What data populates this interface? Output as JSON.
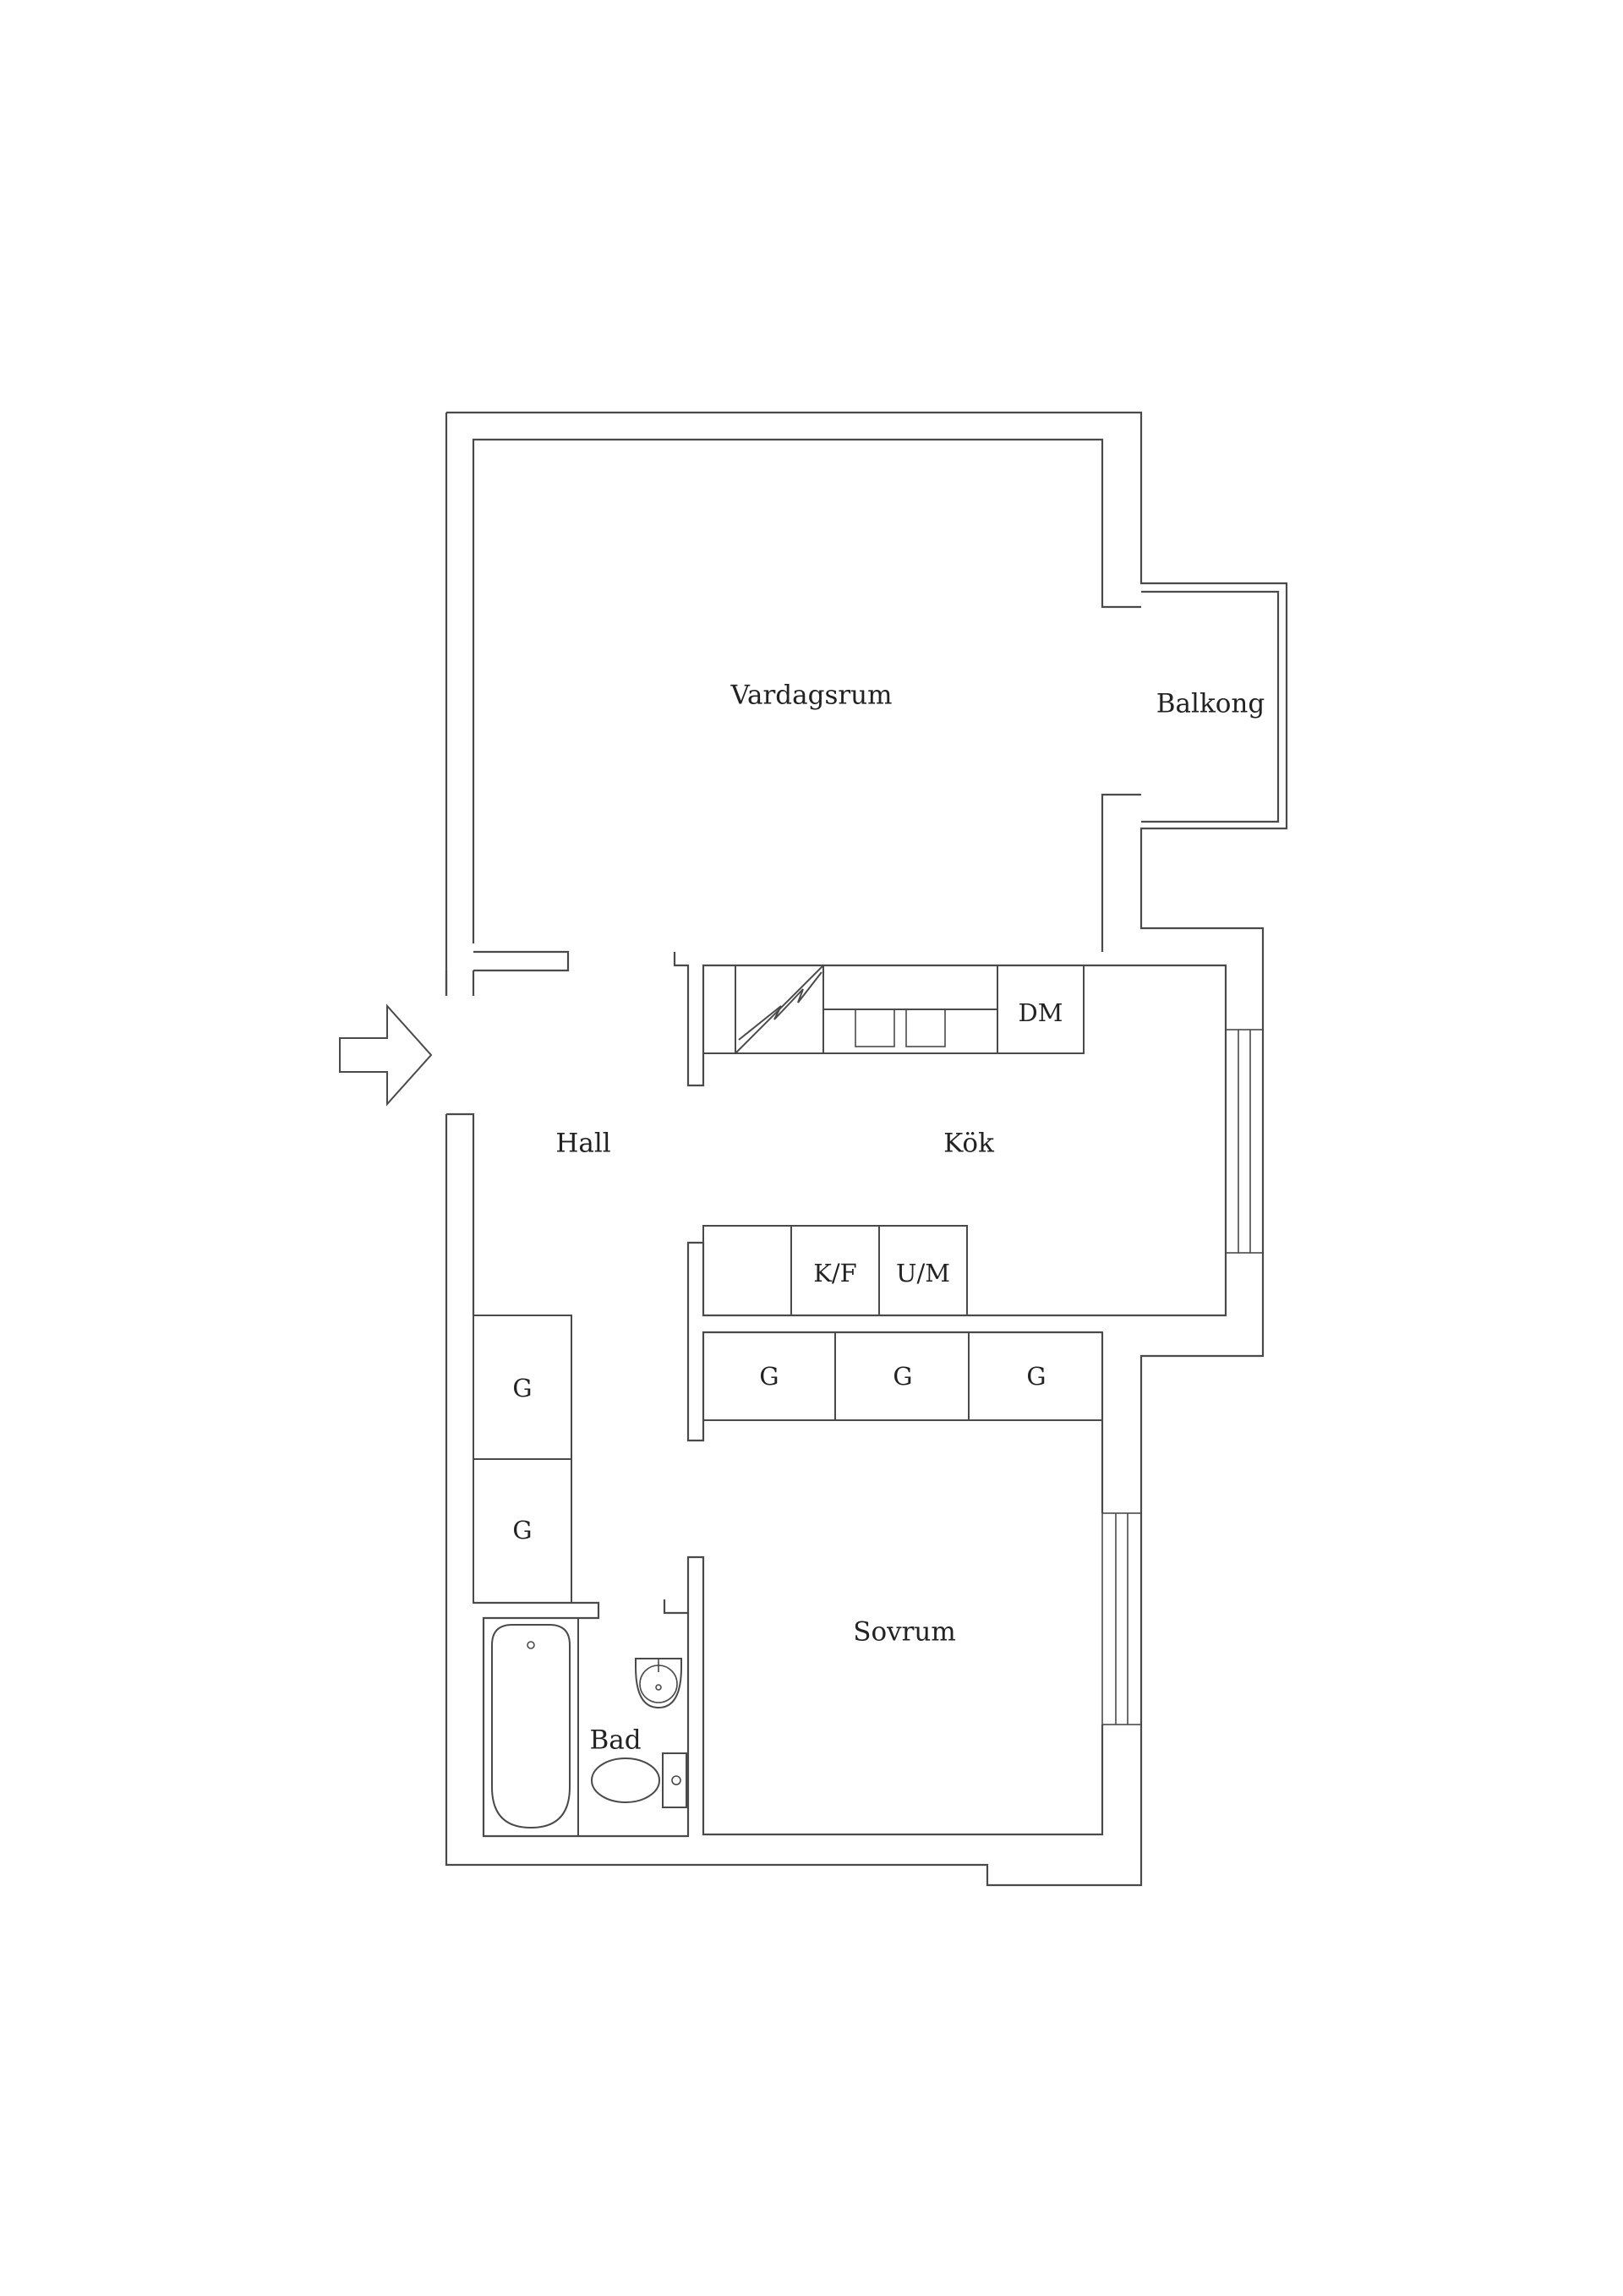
{
  "rooms": {
    "vardagsrum": "Vardagsrum",
    "balkong": "Balkong",
    "hall": "Hall",
    "kok": "Kök",
    "sovrum": "Sovrum",
    "bad": "Bad"
  },
  "fixtures": {
    "dm": "DM",
    "kf": "K/F",
    "um": "U/M",
    "g": "G"
  },
  "icons": {
    "entrance": "entrance-arrow-icon",
    "stove": "stove-icon",
    "sink": "sink-icon",
    "bathtub": "bathtub-icon",
    "washbasin": "washbasin-icon",
    "toilet": "toilet-icon",
    "window": "window-icon"
  },
  "colors": {
    "line": "#4a4a4a",
    "text": "#222222",
    "background": "#ffffff"
  }
}
